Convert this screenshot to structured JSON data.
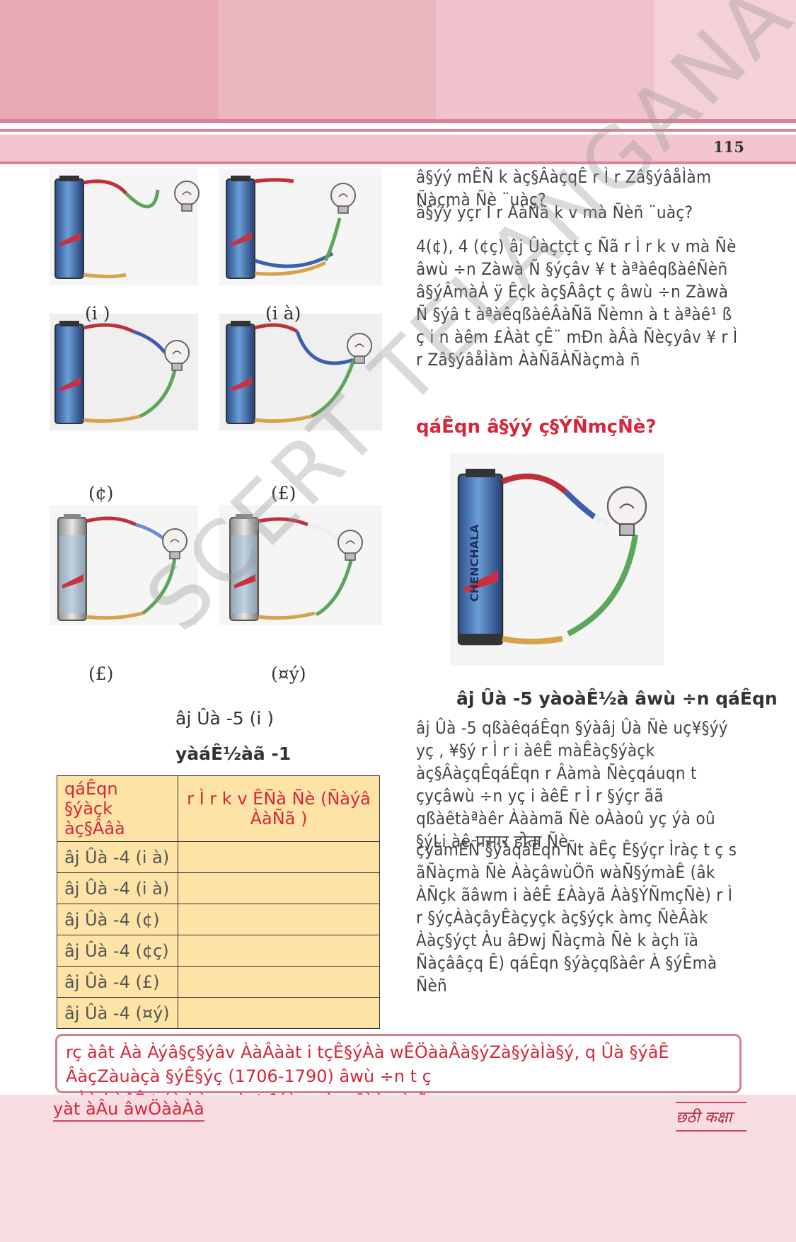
{
  "header": {
    "page_number": "115"
  },
  "figures": {
    "labels": [
      "(i )",
      "(i à)",
      "(¢)",
      "(£)",
      "(£)",
      "(¤ý)"
    ],
    "battery_text": "CHENCHALA",
    "caption": "âj Ûà -5 (i )",
    "right_caption": "âj Ûà -5 yàoàÊ½à âwù ÷n qáÊqn"
  },
  "right_text": {
    "line1": "â§ýý mÊÑ k àç§ÂàçqÊ r Ì r Zâ§ýâåÌàm Ñàçmà Ñè ¨uàç?",
    "line2": "â§ýý yçr Ì r ÀàÑã k v mà Ñèñ ¨uàç?",
    "para1": "4(¢), 4 (¢ç) âj Ûàçtçt ç Ñã r Ì r k v mà Ñè âwù ÷n Zàwà Ñ §ýçâv ¥ t àªàêqßàêÑèñ â§ýÂmàÀ ÿ Êçk àç§Ââçt ç âwù ÷n Zàwà Ñ §ýâ t àªàêqßàêÂàÑã Ñèmn à t àªàê¹ ß ç i n àêm £Ààt çÊ¨ mÐn àÂà Ñèçyâv ¥ r Ì r Zâ§ýâåÌàm ÀàÑãÀÑàçmà ñ",
    "question": "qáÊqn â§ýý ç§ÝÑmçÑè?",
    "para2": "âj Ûà -5 qßàêqáÊqn §ýàâj Ûà Ñè uç¥§ýý yç , ¥§ý r Ì r i àêÊ màÊàç§ýàçk àç§ÂàçqÊqáÊqn r Âàmà Ñèçqáuqn t çyçâwù ÷n yç i àêÊ r Ì r §ýçr ãã qßàêtàªàêr Àààmã Ñè oÀàoû yç ýà oû §ýLi àê प्रसार होता Ñè",
    "para3": "çyãmÊÑ §ýàqáÊqn Ñt àÊç Ê§ýçr Ìràç t ç s ãÑàçmà Ñè ÀàçâwùÖñ wàÑ§ýmàÊ (âk ÀÑçk ãâwm i àêÊ £Ààyã Àà§ÝÑmçÑè) r Ì r §ýçÀàçâyÊàçyçk àç§ýçk àmç ÑèÂàk Ààç§ýçt Àu âÐwj Ñàçmà Ñè k àçh ïà Ñàçââçq Ê) qáÊqn §ýàçqßàêr À §ýÊmà Ñèñ"
  },
  "table": {
    "title": "yàáÊ½àã -1",
    "headers": [
      "qáÊqn §ýàçk àç§Ââà",
      "r Ì r k v ÊÑà Ñè (Ñàýâ ÀàÑã )"
    ],
    "rows": [
      [
        "âj Ûà -4 (i à)",
        ""
      ],
      [
        "âj Ûà -4 (i à)",
        ""
      ],
      [
        "âj Ûà -4 (¢)",
        ""
      ],
      [
        "âj Ûà -4 (¢ç)",
        ""
      ],
      [
        "âj Ûà -4 (£)",
        ""
      ],
      [
        "âj Ûà -4 (¤ý)",
        ""
      ]
    ]
  },
  "fact_box": {
    "line1": "rç àât Àà Àýâ§ç§ýâv ÀàÂààt i tçÊ§ýÀà wÊÖààÂà§ýZà§ýàÌà§ý, q Ûà §ýâÊ ÂàçZàuàçà §ýÊ§ýç (1706-1790) âwù ÷n t ç",
    "line2": "oÀà i àêÊ ¦ ýà i àwç àçt §ýàqmà v ªààu à ñ"
  },
  "footer": {
    "left": "yàt àÂu âwÖààÀà",
    "right": "छठी कक्षा"
  },
  "watermark": "SCERT TELANGANA",
  "colors": {
    "accent_red": "#d6263b",
    "header_pink": "#e9a8b6",
    "table_fill": "#fde3a6"
  }
}
